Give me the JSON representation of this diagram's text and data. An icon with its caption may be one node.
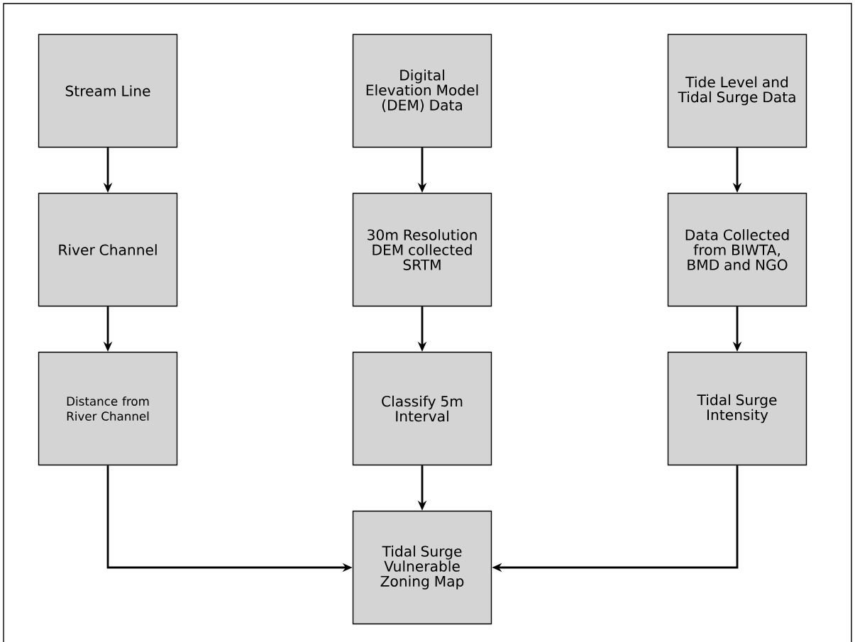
{
  "diagram": {
    "nodes": [
      {
        "text": [
          "Stream Line"
        ]
      },
      {
        "text": [
          "Digital Elevation Model (DEM) Data"
        ]
      },
      {
        "text": [
          "Tide Level and Tidal Surge Data"
        ]
      },
      {
        "text": [
          "River Channel"
        ]
      },
      {
        "text": [
          "30m Resolution DEM collected SRTM"
        ]
      },
      {
        "text": [
          "Data Collected from BIWTA, BMD and NGO"
        ]
      },
      {
        "text": [
          "Distance from River Channel"
        ]
      },
      {
        "text": [
          "Classify 5m Interval"
        ]
      },
      {
        "text": [
          "Tidal Surge Intensity"
        ]
      },
      {
        "text": [
          "Tidal Surge Vulnerable Zoning Map"
        ]
      }
    ],
    "edges": [
      {
        "from": 0,
        "to": 3,
        "arrow": "to"
      },
      {
        "from": 1,
        "to": 4,
        "arrow": "to"
      },
      {
        "from": 2,
        "to": 5,
        "arrow": "to"
      },
      {
        "from": 3,
        "to": 6,
        "arrow": "to"
      },
      {
        "from": 4,
        "to": 7,
        "arrow": "to"
      },
      {
        "from": 5,
        "to": 8,
        "arrow": "to"
      },
      {
        "from": 6,
        "to": 9,
        "arrow": "to"
      },
      {
        "from": 7,
        "to": 9,
        "arrow": "to"
      },
      {
        "from": 8,
        "to": 9,
        "arrow": "to"
      }
    ]
  }
}
